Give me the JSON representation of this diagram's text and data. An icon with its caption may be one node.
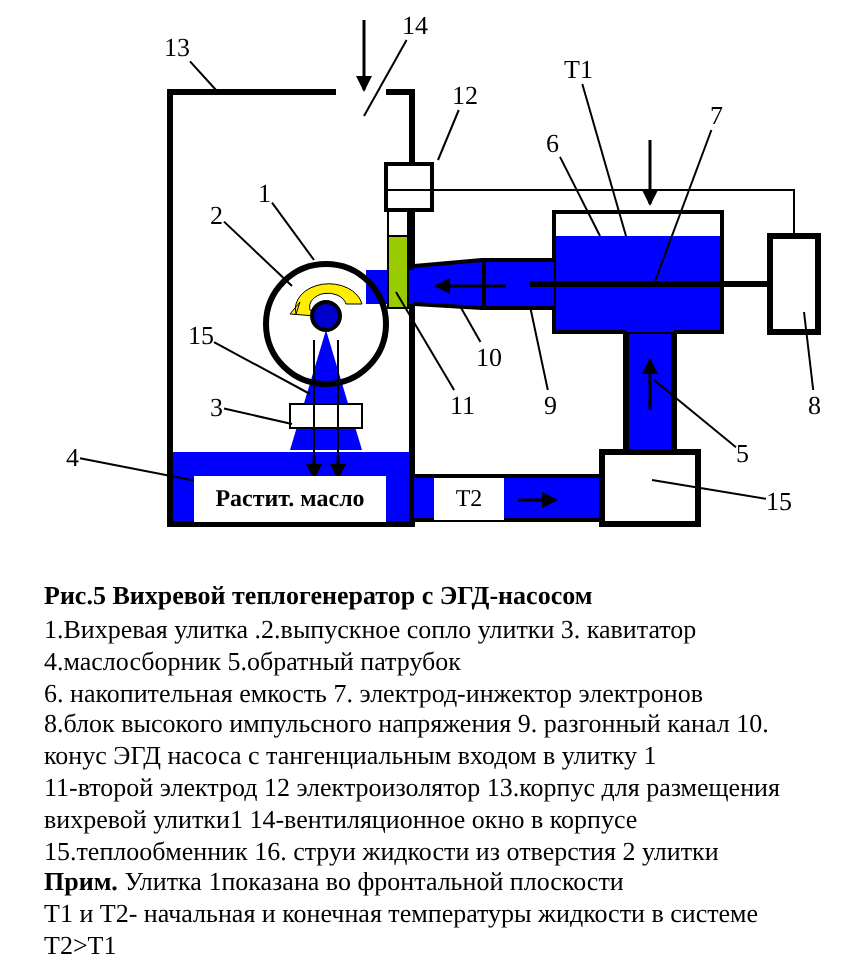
{
  "diagram": {
    "caption": "Рис.5 Вихревой теплогенератор с ЭГД-насосом",
    "nodes": [
      {
        "text": [
          "Растит. масло"
        ]
      },
      {
        "text": [
          "T2"
        ]
      },
      {
        "text": [
          "13"
        ]
      },
      {
        "text": [
          "14"
        ]
      },
      {
        "text": [
          "12"
        ]
      },
      {
        "text": [
          "T1"
        ]
      },
      {
        "text": [
          "6"
        ]
      },
      {
        "text": [
          "7"
        ]
      },
      {
        "text": [
          "1"
        ]
      },
      {
        "text": [
          "2"
        ]
      },
      {
        "text": [
          "15"
        ]
      },
      {
        "text": [
          "3"
        ]
      },
      {
        "text": [
          "4"
        ]
      },
      {
        "text": [
          "10"
        ]
      },
      {
        "text": [
          "11"
        ]
      },
      {
        "text": [
          "9"
        ]
      },
      {
        "text": [
          "8"
        ]
      },
      {
        "text": [
          "5"
        ]
      },
      {
        "text": [
          "15"
        ]
      }
    ],
    "edges": [
      {
        "from": 2,
        "to": null,
        "arrow": "none"
      },
      {
        "from": 3,
        "to": null,
        "arrow": "none"
      },
      {
        "from": 4,
        "to": null,
        "arrow": "none"
      },
      {
        "from": 5,
        "to": null,
        "arrow": "none"
      },
      {
        "from": 6,
        "to": null,
        "arrow": "none"
      },
      {
        "from": 7,
        "to": null,
        "arrow": "none"
      },
      {
        "from": 8,
        "to": null,
        "arrow": "none"
      },
      {
        "from": 9,
        "to": null,
        "arrow": "none"
      },
      {
        "from": 10,
        "to": null,
        "arrow": "none"
      },
      {
        "from": 11,
        "to": null,
        "arrow": "none"
      },
      {
        "from": 12,
        "to": 0,
        "arrow": "none"
      },
      {
        "from": 13,
        "to": null,
        "arrow": "none"
      },
      {
        "from": 14,
        "to": null,
        "arrow": "none"
      },
      {
        "from": 15,
        "to": null,
        "arrow": "none"
      },
      {
        "from": 16,
        "to": null,
        "arrow": "none"
      },
      {
        "from": 17,
        "to": null,
        "arrow": "none"
      },
      {
        "from": 18,
        "to": null,
        "arrow": "none"
      }
    ],
    "labels": [
      "1.Вихревая улитка .2.выпускное сопло улитки 3. кавитатор",
      "4.маслосборник 5.обратный патрубок",
      "6. накопительная емкость 7. электрод-инжектор электронов",
      "8.блок высокого импульсного напряжения 9. разгонный канал 10.",
      "конус ЭГД насоса с тангенциальным входом в улитку 1",
      "11-второй электрод 12 электроизолятор 13.корпус для размещения",
      "вихревой улитки1 14-вентиляционное окно в корпусе",
      "15.теплообменник 16. струи жидкости из отверстия 2 улитки",
      "**Прим.** Улитка 1показана во фронтальной плоскости",
      "T1 и T2- начальная и конечная температуры жидкости в системе",
      "T2>T1"
    ]
  }
}
